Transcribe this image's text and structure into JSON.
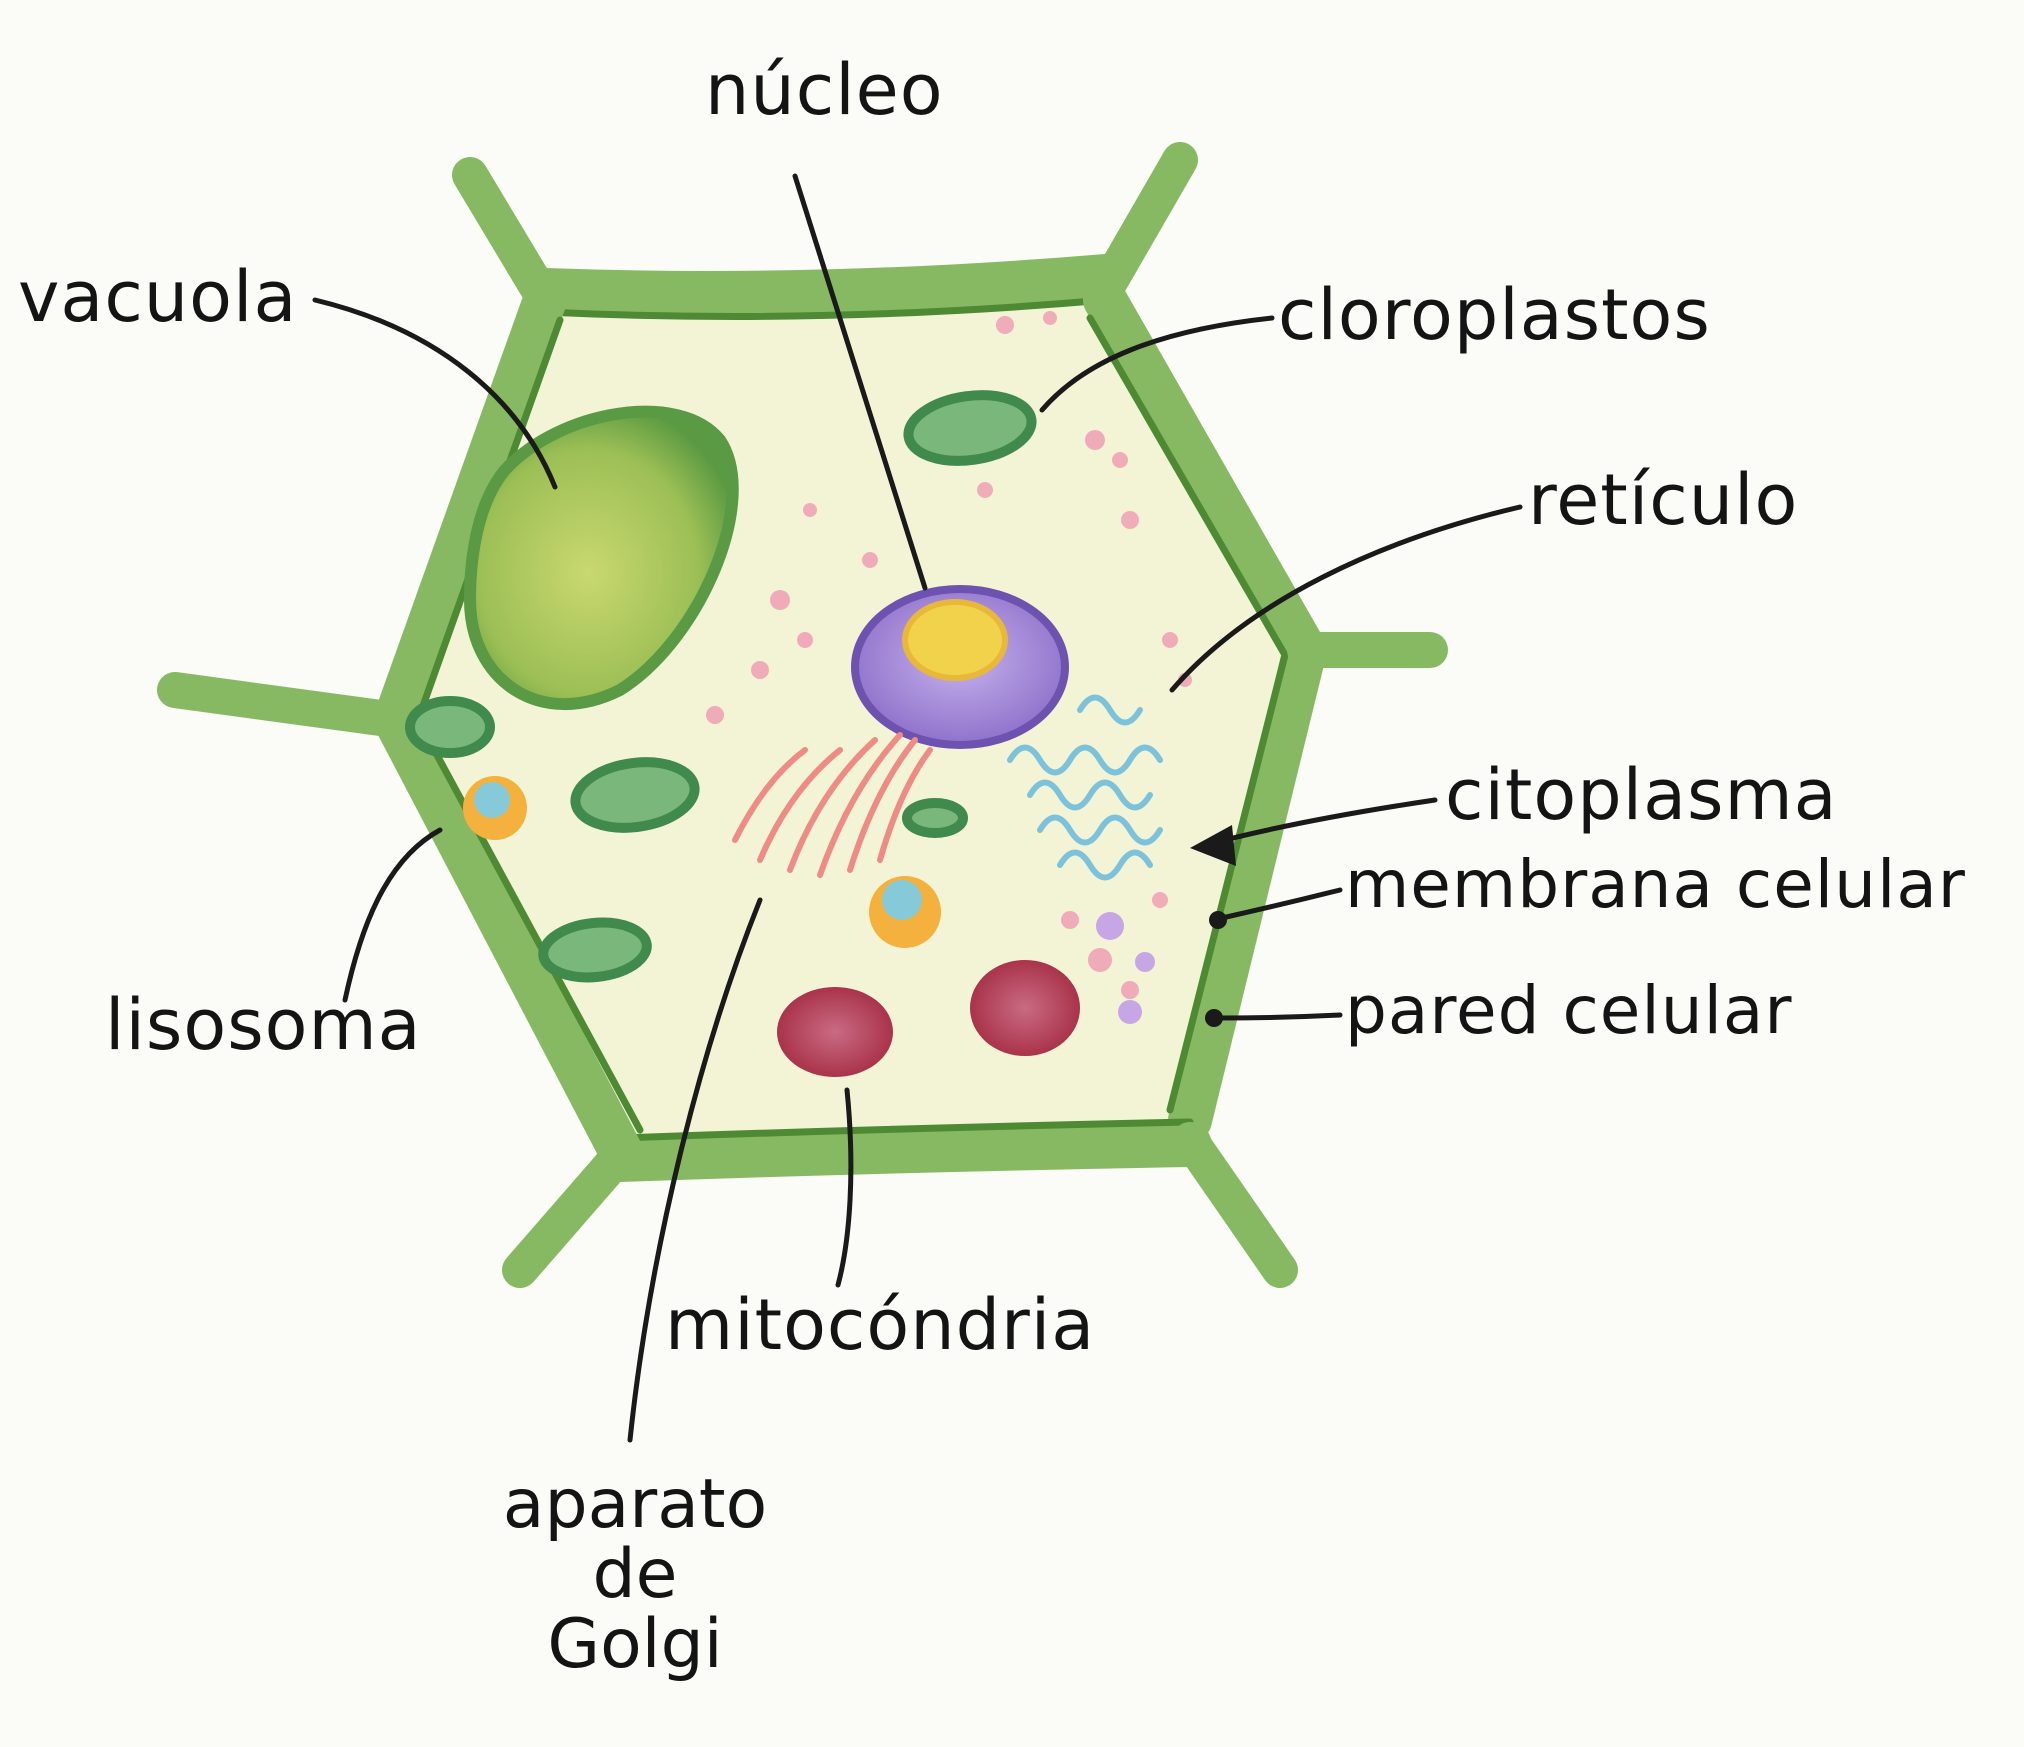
{
  "labels": {
    "nucleo": "núcleo",
    "vacuola": "vacuola",
    "cloroplastos": "cloroplastos",
    "reticulo": "retículo",
    "citoplasma": "citoplasma",
    "membrana_celular": "membrana celular",
    "pared_celular": "pared celular",
    "lisosoma": "lisosoma",
    "mitocondria": "mitocóndria",
    "golgi": [
      "aparato",
      "de",
      "Golgi"
    ]
  },
  "colors": {
    "wall": "#7fb45a",
    "wall_dark": "#4f8a35",
    "cytoplasm": "#f2f3d2",
    "vacuole": "#a9c55a",
    "chloroplast": "#6aa86c",
    "nucleus": "#9b7fd4",
    "nucleolus": "#f2d24a",
    "reticulum": "#7fc4dd",
    "golgi": "#ef8d86",
    "lysosome": "#f3ad3e",
    "mitochondria": "#b8364f",
    "leader": "#1a1a1a"
  }
}
